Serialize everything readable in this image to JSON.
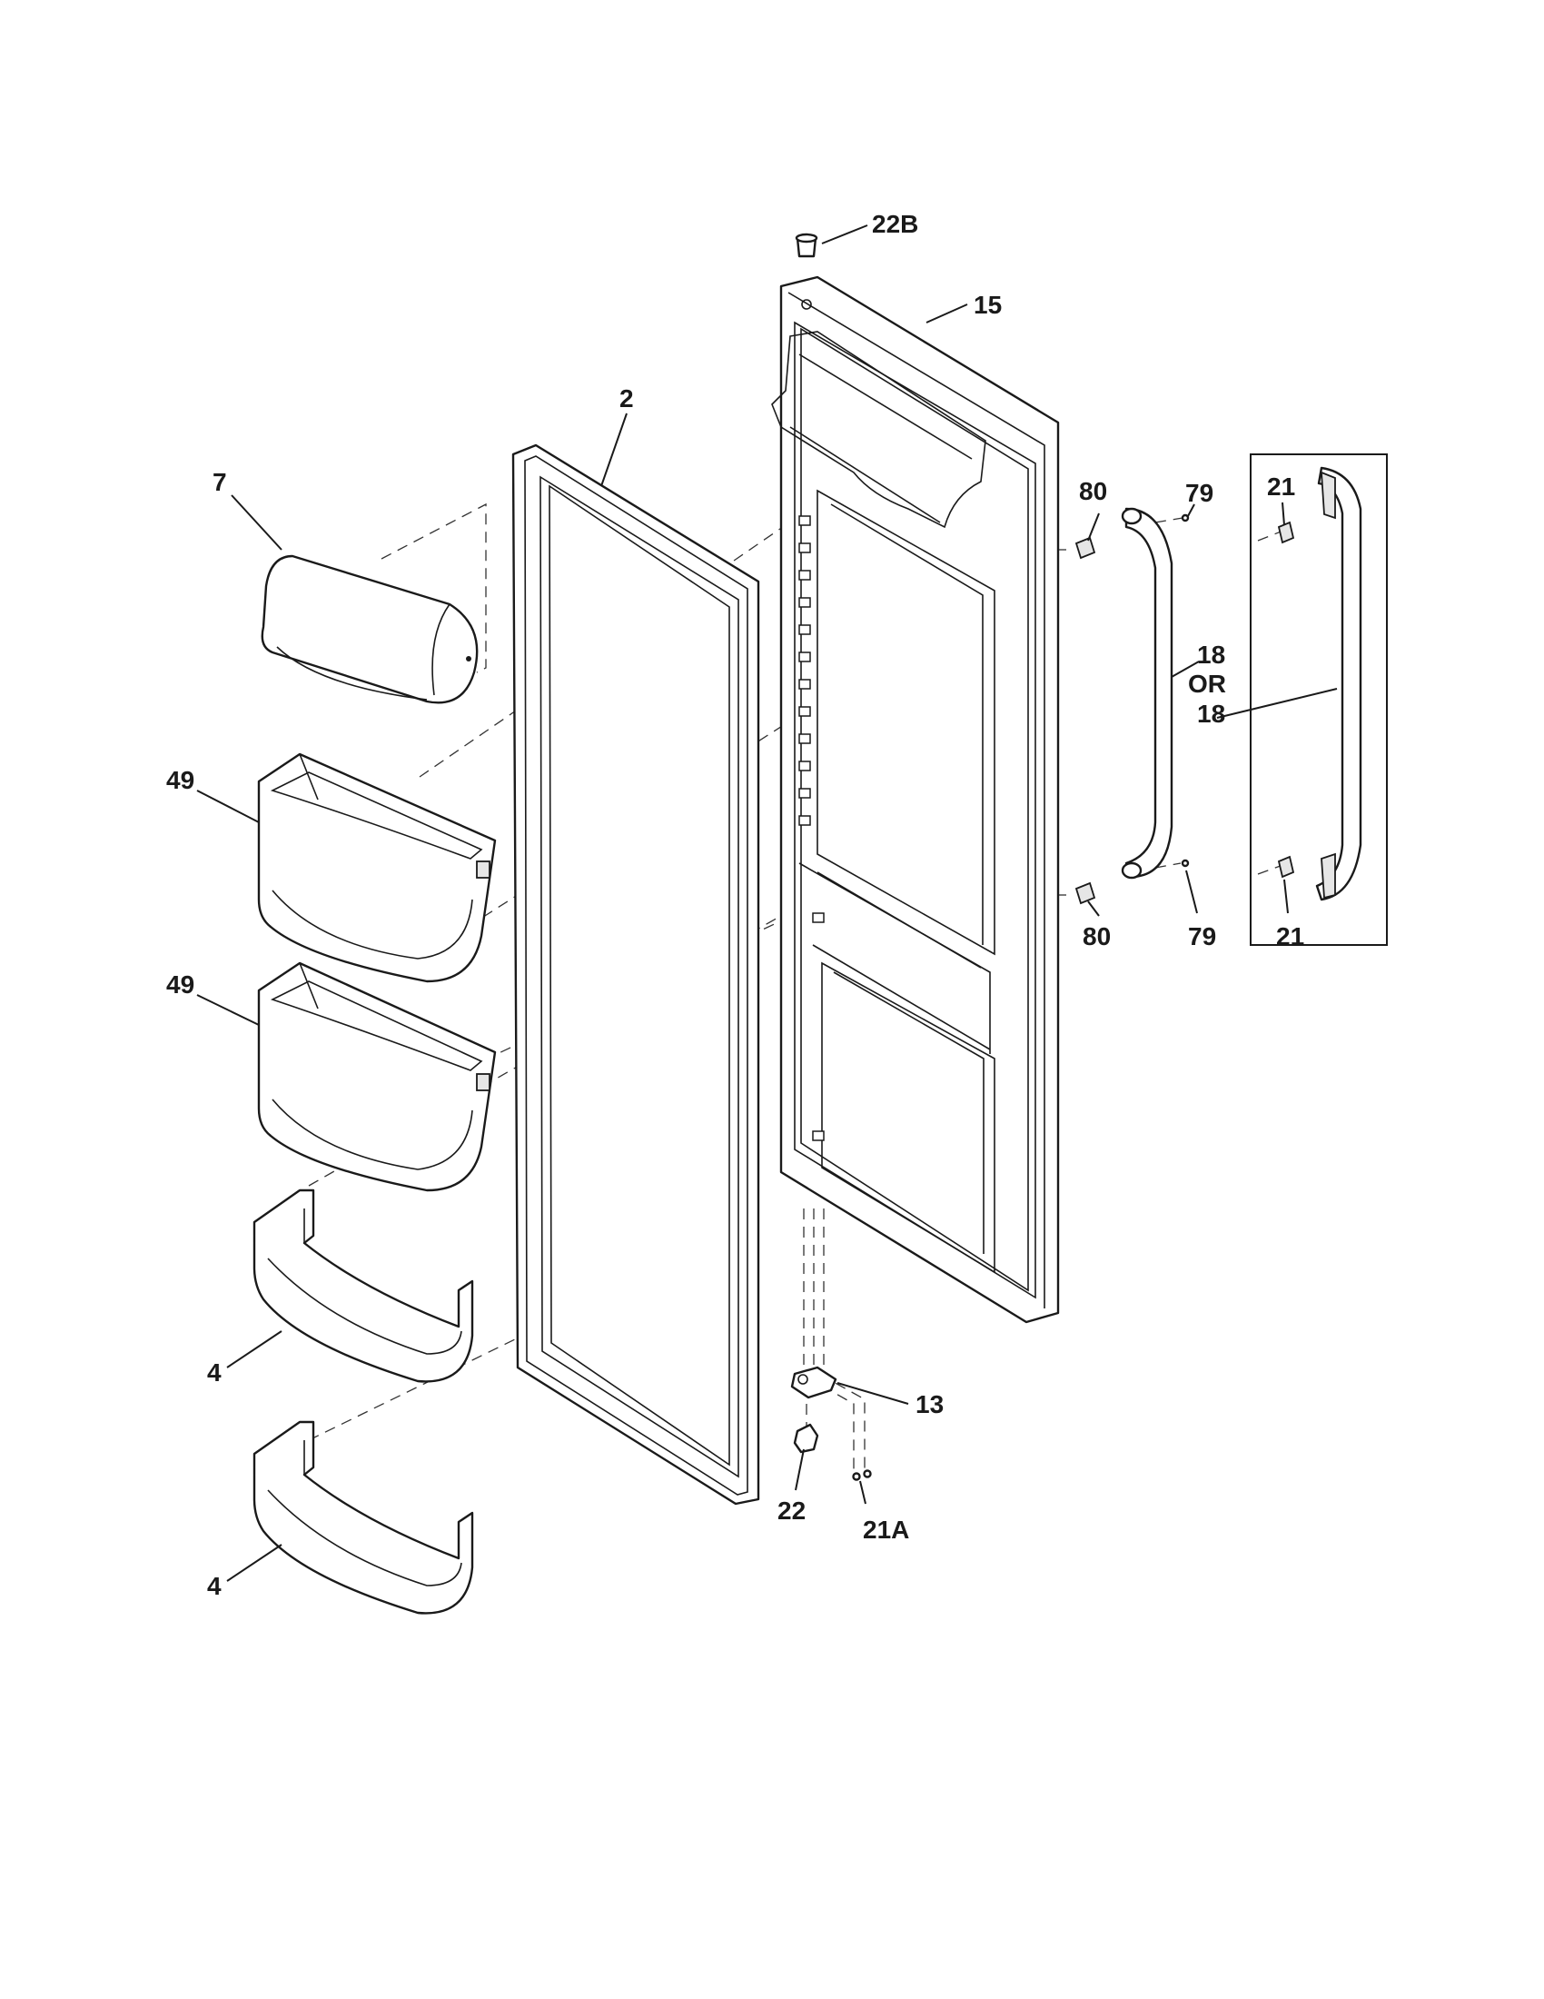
{
  "callouts": {
    "c22b": "22B",
    "c15": "15",
    "c2": "2",
    "c7": "7",
    "c80_top": "80",
    "c79_top": "79",
    "c21_top": "21",
    "c18_a": "18",
    "c18_or": "OR",
    "c18_b": "18",
    "c49_a": "49",
    "c49_b": "49",
    "c80_bot": "80",
    "c79_bot": "79",
    "c21_bot": "21",
    "c4_a": "4",
    "c4_b": "4",
    "c13": "13",
    "c22": "22",
    "c21a": "21A"
  }
}
